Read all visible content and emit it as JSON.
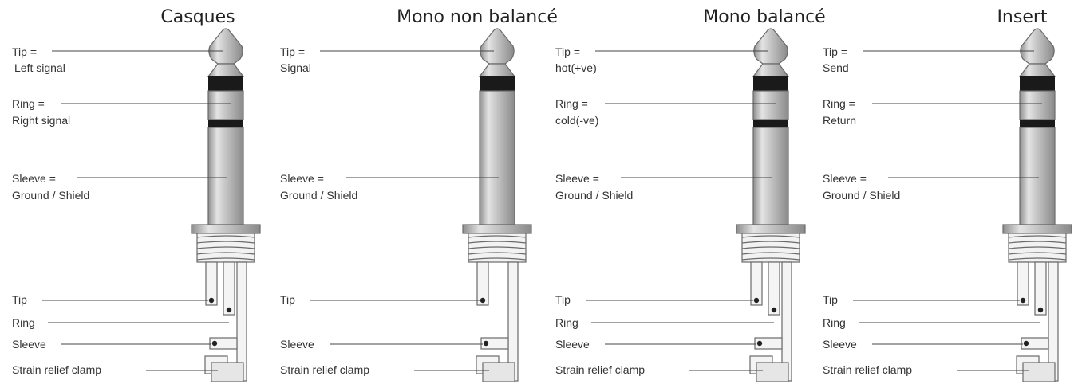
{
  "colors": {
    "metal": "#c8c8c8",
    "metal_dark": "#9a9a9a",
    "band": "#1a1a1a",
    "outline": "#6a6a6a",
    "text": "#333333",
    "title": "#222222"
  },
  "panels": [
    {
      "title": "Casques",
      "variant": "stereo",
      "labels": {
        "tip_line1": "Tip =",
        "tip_line2": "Left signal",
        "ring_line1": "Ring =",
        "ring_line2": "Right signal",
        "sleeve_line1": "Sleeve =",
        "sleeve_line2": "Ground / Shield",
        "term_tip": "Tip",
        "term_ring": "Ring",
        "term_sleeve": "Sleeve",
        "strain": "Strain relief clamp"
      }
    },
    {
      "title": "Mono non balancé",
      "variant": "mono",
      "labels": {
        "tip_line1": "Tip =",
        "tip_line2": "Signal",
        "sleeve_line1": "Sleeve =",
        "sleeve_line2": "Ground / Shield",
        "term_tip": "Tip",
        "term_sleeve": "Sleeve",
        "strain": "Strain relief clamp"
      }
    },
    {
      "title": "Mono balancé",
      "variant": "stereo",
      "labels": {
        "tip_line1": "Tip =",
        "tip_line2": "hot(+ve)",
        "ring_line1": "Ring =",
        "ring_line2": "cold(-ve)",
        "sleeve_line1": "Sleeve =",
        "sleeve_line2": "Ground / Shield",
        "term_tip": "Tip",
        "term_ring": "Ring",
        "term_sleeve": "Sleeve",
        "strain": "Strain relief clamp"
      }
    },
    {
      "title": "Insert",
      "variant": "stereo",
      "labels": {
        "tip_line1": "Tip =",
        "tip_line2": "Send",
        "ring_line1": "Ring =",
        "ring_line2": "Return",
        "sleeve_line1": "Sleeve =",
        "sleeve_line2": "Ground / Shield",
        "term_tip": "Tip",
        "term_ring": "Ring",
        "term_sleeve": "Sleeve",
        "strain": "Strain relief clamp"
      }
    }
  ]
}
